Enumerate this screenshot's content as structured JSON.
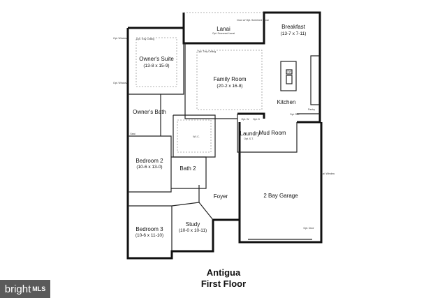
{
  "plan": {
    "title": "Antigua",
    "subtitle": "First Floor",
    "rooms": {
      "lanai": {
        "name": "Lanai",
        "note": "Opt. Screened Lanai"
      },
      "lanai_door": "Door w/ Opt. Screened Lanai",
      "breakfast": {
        "name": "Breakfast",
        "dims": "(13-7 x 7-11)"
      },
      "owners_suite": {
        "name": "Owner's Suite",
        "dims": "(13-8 x 15-9)",
        "note": "Opt. Tray Ceiling"
      },
      "family_room": {
        "name": "Family Room",
        "dims": "(20-2 x 16-8)",
        "note": "Opt. Tray Ceiling"
      },
      "kitchen": {
        "name": "Kitchen",
        "dw": "DW",
        "pantry": "Pantry",
        "ref": "Opt. Ref."
      },
      "owners_bath": {
        "name": "Owner's Bath",
        "seat": "Seat"
      },
      "wic": "W.I.C.",
      "laundry": {
        "name": "Laundry",
        "w": "Opt. W",
        "d": "Opt. D",
        "st": "Opt. S.T."
      },
      "mud_room": "Mud Room",
      "bedroom2": {
        "name": "Bedroom 2",
        "dims": "(10-6 x 13-0)"
      },
      "bath2": "Bath 2",
      "foyer": "Foyer",
      "garage": {
        "name": "2 Bay Garage",
        "door": "Opt. Door",
        "window": "Opt. Window"
      },
      "study": {
        "name": "Study",
        "dims": "(10-0 x 10-11)"
      },
      "bedroom3": {
        "name": "Bedroom 3",
        "dims": "(10-6 x 11-10)"
      }
    },
    "opt_window": "Opt. Window"
  },
  "watermark": {
    "brand": "bright",
    "suffix": "MLS"
  }
}
